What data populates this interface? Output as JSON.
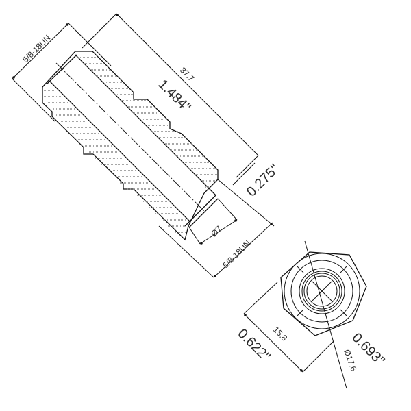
{
  "drawing": {
    "type": "technical-drawing",
    "subject": "threaded straight fitting / union, side section and end view",
    "side_view": {
      "thread_left_label": "5/8-18UN",
      "overall_length_mm": "37.7",
      "overall_length_in": "1.484\"",
      "neck_length_in": "0.275\"",
      "bore_diameter_label": "Ø7",
      "thread_right_label": "5/8-18UN"
    },
    "end_view": {
      "hex_flats_mm": "15.8",
      "hex_flats_in": "0.622\"",
      "hex_corners_in": "0.693\"",
      "hex_corners_mm": "Ø17.6"
    }
  },
  "colors": {
    "line": "#111111",
    "hatch": "#8a8a8a",
    "text": "#2b2b2b",
    "background": "#ffffff"
  }
}
